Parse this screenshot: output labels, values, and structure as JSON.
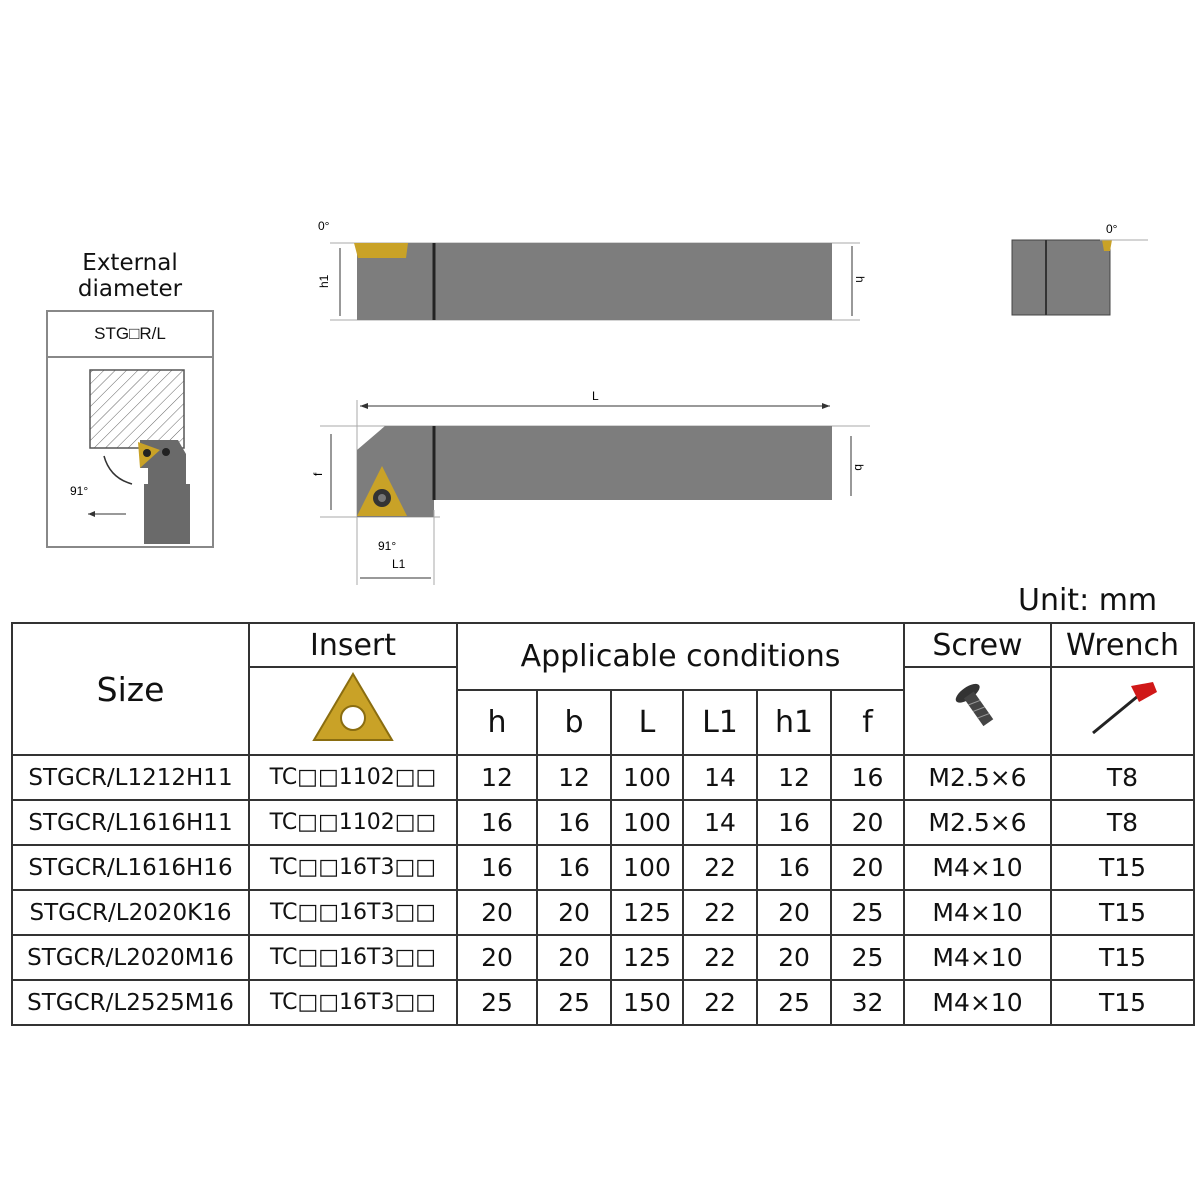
{
  "diagram": {
    "mode_title": "External diameter",
    "mode_code": "STG□R/L",
    "left_angle": "91°",
    "top_angle_label": "0°",
    "side_angle_label": "0°",
    "dim_h1": "h1",
    "dim_h": "h",
    "dim_L": "L",
    "dim_f": "f",
    "dim_b": "b",
    "dim_angle": "91°",
    "dim_L1": "L1"
  },
  "unit": "Unit: mm",
  "table": {
    "headers": {
      "size": "Size",
      "insert": "Insert",
      "conditions": "Applicable conditions",
      "screw": "Screw",
      "wrench": "Wrench"
    },
    "condition_columns": [
      "h",
      "b",
      "L",
      "L1",
      "h1",
      "f"
    ],
    "icons": {
      "insert": "triangle-insert-icon",
      "screw": "screw-icon",
      "wrench": "torx-wrench-icon"
    },
    "insert_color": "#c9a227",
    "rows": [
      {
        "size": "STGCR/L1212H11",
        "insert": "TC□□1102□□",
        "h": "12",
        "b": "12",
        "L": "100",
        "L1": "14",
        "h1": "12",
        "f": "16",
        "screw": "M2.5×6",
        "wrench": "T8"
      },
      {
        "size": "STGCR/L1616H11",
        "insert": "TC□□1102□□",
        "h": "16",
        "b": "16",
        "L": "100",
        "L1": "14",
        "h1": "16",
        "f": "20",
        "screw": "M2.5×6",
        "wrench": "T8"
      },
      {
        "size": "STGCR/L1616H16",
        "insert": "TC□□16T3□□",
        "h": "16",
        "b": "16",
        "L": "100",
        "L1": "22",
        "h1": "16",
        "f": "20",
        "screw": "M4×10",
        "wrench": "T15"
      },
      {
        "size": "STGCR/L2020K16",
        "insert": "TC□□16T3□□",
        "h": "20",
        "b": "20",
        "L": "125",
        "L1": "22",
        "h1": "20",
        "f": "25",
        "screw": "M4×10",
        "wrench": "T15"
      },
      {
        "size": "STGCR/L2020M16",
        "insert": "TC□□16T3□□",
        "h": "20",
        "b": "20",
        "L": "125",
        "L1": "22",
        "h1": "20",
        "f": "25",
        "screw": "M4×10",
        "wrench": "T15"
      },
      {
        "size": "STGCR/L2525M16",
        "insert": "TC□□16T3□□",
        "h": "25",
        "b": "25",
        "L": "150",
        "L1": "22",
        "h1": "25",
        "f": "32",
        "screw": "M4×10",
        "wrench": "T15"
      }
    ]
  }
}
